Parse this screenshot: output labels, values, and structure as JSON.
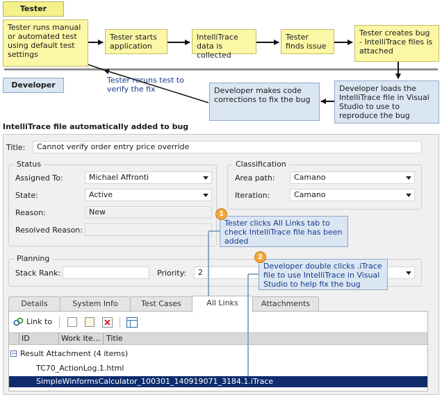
{
  "workflow": {
    "tester_label": "Tester",
    "developer_label": "Developer",
    "steps": {
      "tester_runs_test": "Tester runs manual or automated test using default test settings",
      "tester_starts_app": "Tester starts application",
      "data_collected": "IntelliTrace data is collected",
      "tester_finds_issue": "Tester finds issue",
      "tester_creates_bug": "Tester creates bug - IntelliTrace files is attached",
      "developer_loads_file": "Developer loads the IntelliTrace file in Visual Studio to use to reproduce the bug",
      "developer_makes_corrections": "Developer makes code corrections to fix the bug",
      "tester_reruns": "Tester reruns test to verify the fix"
    }
  },
  "caption": "IntelliTrace file automatically added to bug",
  "work_item": {
    "title_label": "Title:",
    "title_value": "Cannot verify order entry price override",
    "status": {
      "heading": "Status",
      "assigned_to_label": "Assigned To:",
      "assigned_to_value": "Michael Affronti",
      "state_label": "State:",
      "state_value": "Active",
      "reason_label": "Reason:",
      "reason_value": "New",
      "resolved_reason_label": "Resolved Reason:",
      "resolved_reason_value": ""
    },
    "classification": {
      "heading": "Classification",
      "area_path_label": "Area path:",
      "area_path_value": "Camano",
      "iteration_label": "Iteration:",
      "iteration_value": "Camano"
    },
    "planning": {
      "heading": "Planning",
      "stack_rank_label": "Stack Rank:",
      "stack_rank_value": "",
      "priority_label": "Priority:",
      "priority_value": "2"
    },
    "tabs": [
      "Details",
      "System Info",
      "Test Cases",
      "All Links",
      "Attachments"
    ],
    "active_tab": "All Links",
    "toolbar": {
      "link_to_label": "Link to"
    },
    "columns": [
      "ID",
      "Work Ite...",
      "Title"
    ],
    "group_label": "Result Attachment (4 items)",
    "group_toggle": "−",
    "rows": [
      "TC70_ActionLog.1.html",
      "SimpleWinformsCalculator_100301_140919071_3184.1.iTrace"
    ]
  },
  "callouts": [
    {
      "number": "1",
      "text": "Tester clicks All Links tab to check IntelliTrace file has been added"
    },
    {
      "number": "2",
      "text": "Developer double clicks .iTrace file to use IntelliTrace in Visual Studio to help fix the bug"
    }
  ]
}
